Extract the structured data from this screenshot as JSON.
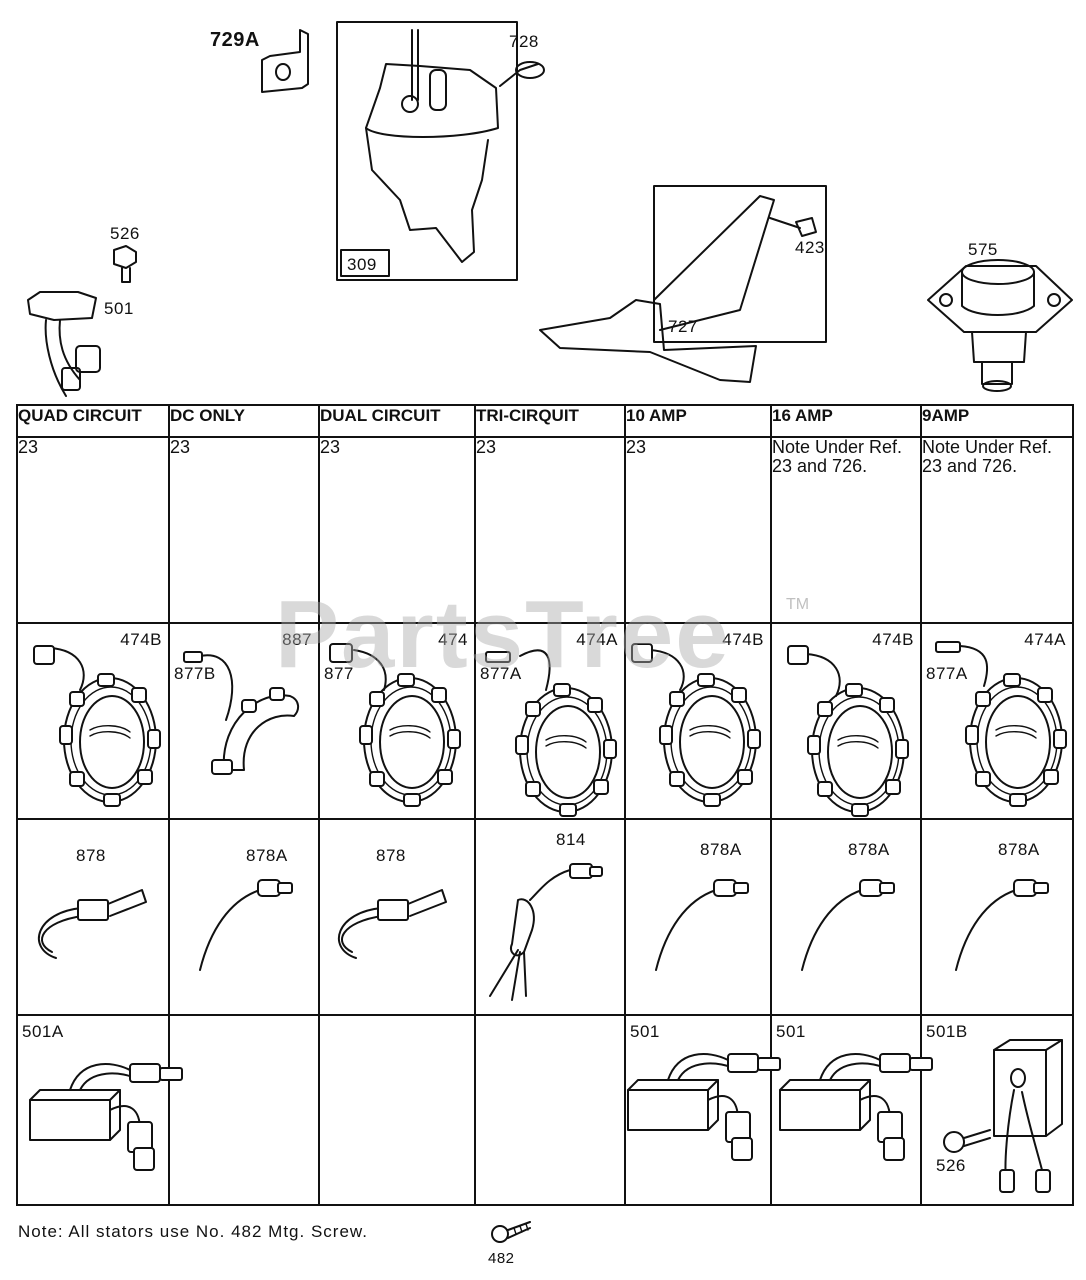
{
  "top_labels": {
    "p729a": "729A",
    "p728": "728",
    "p309": "309",
    "p526": "526",
    "p501": "501",
    "p423": "423",
    "p727": "727",
    "p575": "575"
  },
  "table": {
    "headers": [
      "QUAD CIRCUIT",
      "DC ONLY",
      "DUAL CIRCUIT",
      "TRI-CIRQUIT",
      "10 AMP",
      "16 AMP",
      "9AMP"
    ],
    "ref_row": [
      "23",
      "23",
      "23",
      "23",
      "23",
      "Note Under Ref. 23 and 726.",
      "Note Under Ref. 23 and 726."
    ],
    "stator_row": [
      {
        "main": "474B",
        "sub": ""
      },
      {
        "main": "887",
        "sub": "877B"
      },
      {
        "main": "474",
        "sub": "877"
      },
      {
        "main": "474A",
        "sub": "877A"
      },
      {
        "main": "474B",
        "sub": ""
      },
      {
        "main": "474B",
        "sub": ""
      },
      {
        "main": "474A",
        "sub": "877A"
      }
    ],
    "harness_row": [
      "878",
      "878A",
      "878",
      "814",
      "878A",
      "878A",
      "878A"
    ],
    "module_row": [
      {
        "main": "501A",
        "sub": ""
      },
      {
        "main": "",
        "sub": ""
      },
      {
        "main": "",
        "sub": ""
      },
      {
        "main": "",
        "sub": ""
      },
      {
        "main": "501",
        "sub": ""
      },
      {
        "main": "501",
        "sub": ""
      },
      {
        "main": "501B",
        "sub": "526"
      }
    ]
  },
  "footer": {
    "note": "Note: All stators use No. 482 Mtg. Screw.",
    "screw_label": "482"
  },
  "watermark": {
    "text": "PartsTree",
    "tm": "TM"
  }
}
